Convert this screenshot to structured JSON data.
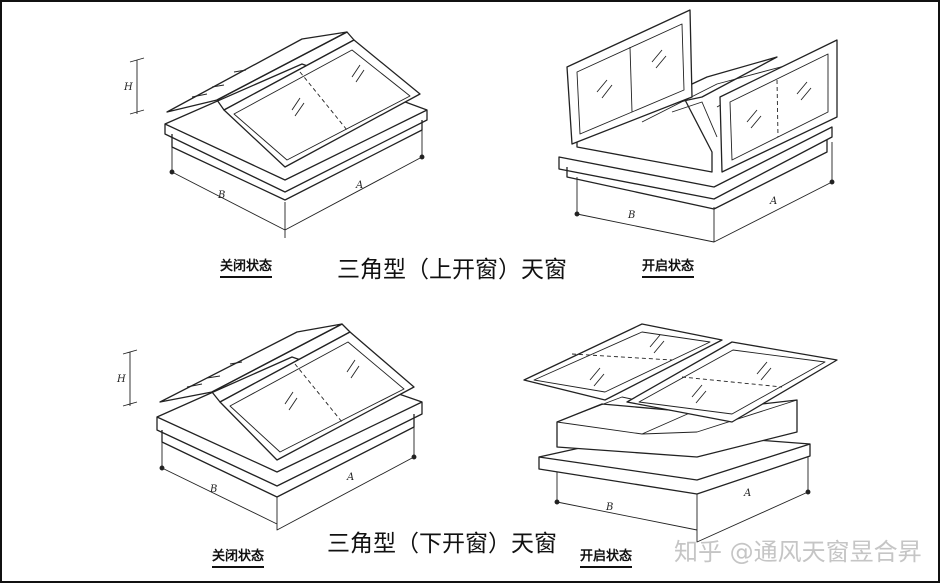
{
  "top": {
    "title": "三角型（上开窗）天窗",
    "closed_label": "关闭状态",
    "open_label": "开启状态"
  },
  "bottom": {
    "title": "三角型（下开窗）天窗",
    "closed_label": "关闭状态",
    "open_label": "开启状态"
  },
  "dimensions": {
    "a": "A",
    "b": "B",
    "h": "H"
  },
  "watermark": "知乎 @通风天窗昱合昇"
}
